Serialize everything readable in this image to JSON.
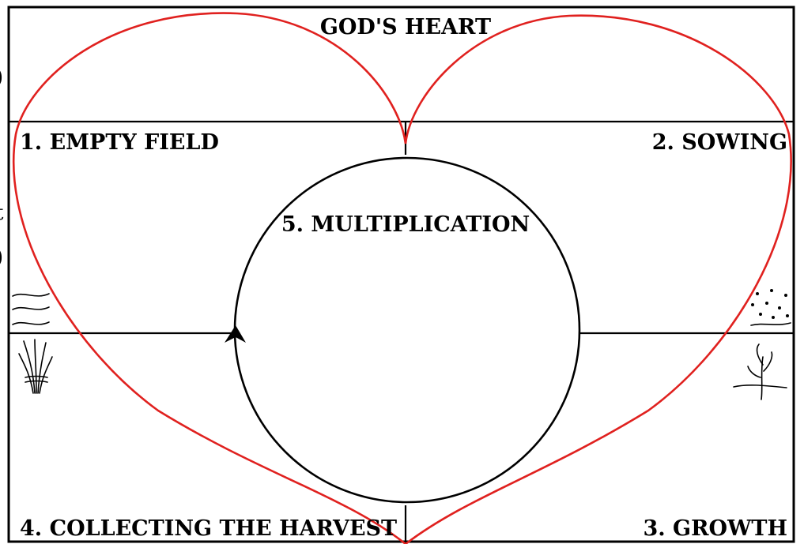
{
  "title": "GOD'S HEART",
  "quadrants": {
    "top_left": "1. EMPTY FIELD",
    "top_right": "2. SOWING",
    "bottom_right": "3. GROWTH",
    "bottom_left": "4. COLLECTING THE HARVEST"
  },
  "center": "5. MULTIPLICATION",
  "colors": {
    "heart": "#e0211f",
    "lines": "#000000"
  },
  "icons": {
    "empty_field": "wavy-lines-icon",
    "sowing": "scattered-seeds-icon",
    "growth": "sprout-icon",
    "harvest": "wheat-bundle-icon"
  }
}
